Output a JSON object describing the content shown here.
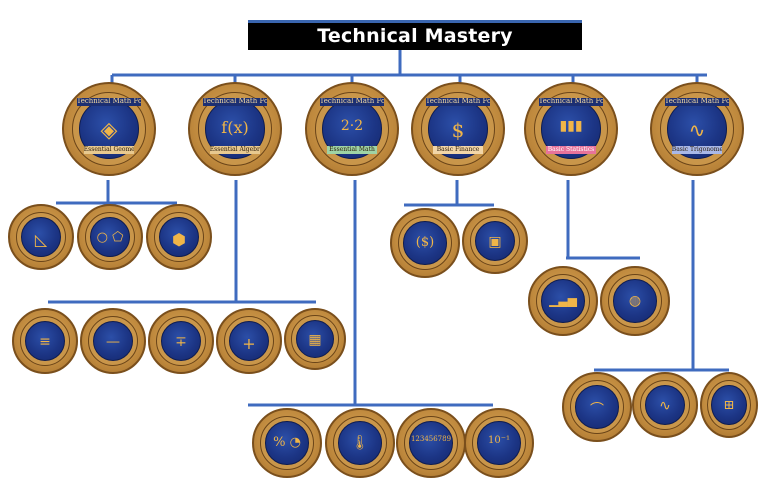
{
  "title": "Technical Mastery",
  "main_badge": {
    "ribbon": "Technical Math For Industry"
  },
  "categories": [
    {
      "id": "geometry",
      "label": "Essential Geometry",
      "symbol": "◈"
    },
    {
      "id": "algebra",
      "label": "Essential Algebra",
      "symbol": "f(x)"
    },
    {
      "id": "math",
      "label": "Essential Math",
      "symbol": "2·2"
    },
    {
      "id": "finance",
      "label": "Basic Finance",
      "symbol": "$"
    },
    {
      "id": "statistics",
      "label": "Basic Statistics",
      "symbol": "▮▮▮"
    },
    {
      "id": "trigonometry",
      "label": "Basic Trigonometry",
      "symbol": "∿"
    }
  ],
  "sub_badges": {
    "geometry": [
      {
        "symbol": "◺"
      },
      {
        "symbol": "○ ⬠"
      },
      {
        "symbol": "⬢"
      }
    ],
    "algebra": [
      {
        "symbol": "≡"
      },
      {
        "symbol": "—"
      },
      {
        "symbol": "∓"
      },
      {
        "symbol": "+"
      },
      {
        "symbol": "▦"
      }
    ],
    "math": [
      {
        "symbol": "% ◔"
      },
      {
        "symbol": "🌡"
      },
      {
        "symbol": "123456789"
      },
      {
        "symbol": "10⁻¹"
      }
    ],
    "finance": [
      {
        "symbol": "($)"
      },
      {
        "symbol": "▣"
      }
    ],
    "statistics": [
      {
        "symbol": "▁▃▅"
      },
      {
        "symbol": "◍"
      }
    ],
    "trigonometry": [
      {
        "symbol": "⌒"
      },
      {
        "symbol": "∿"
      },
      {
        "symbol": "⊞"
      }
    ]
  },
  "colors": {
    "connector": "#3f6bbf",
    "title_bg": "#000000",
    "title_text": "#ffffff"
  }
}
